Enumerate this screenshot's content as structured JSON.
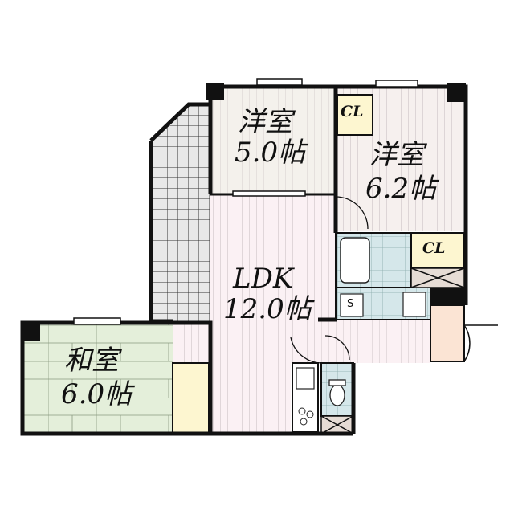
{
  "rooms": {
    "western_small": {
      "name": "洋室",
      "size": "5.0帖"
    },
    "western_large": {
      "name": "洋室",
      "size": "6.2帖"
    },
    "ldk": {
      "name": "LDK",
      "size": "12.0帖"
    },
    "japanese": {
      "name": "和室",
      "size": "6.0帖"
    }
  },
  "closets": {
    "closet_top": "CL",
    "closet_middle": "CL"
  },
  "storage": {
    "shoe_box": "S"
  },
  "colors": {
    "wall": "#111111",
    "balcony_tile": "#e6e6e6",
    "western_floor": "#f6f2ee",
    "ldk_floor": "#fbf1f4",
    "tatami": "#e6f0dd",
    "closet": "#fdf6d2",
    "wet_area": "#d8e8ec",
    "entrance": "#fbe6d8"
  }
}
